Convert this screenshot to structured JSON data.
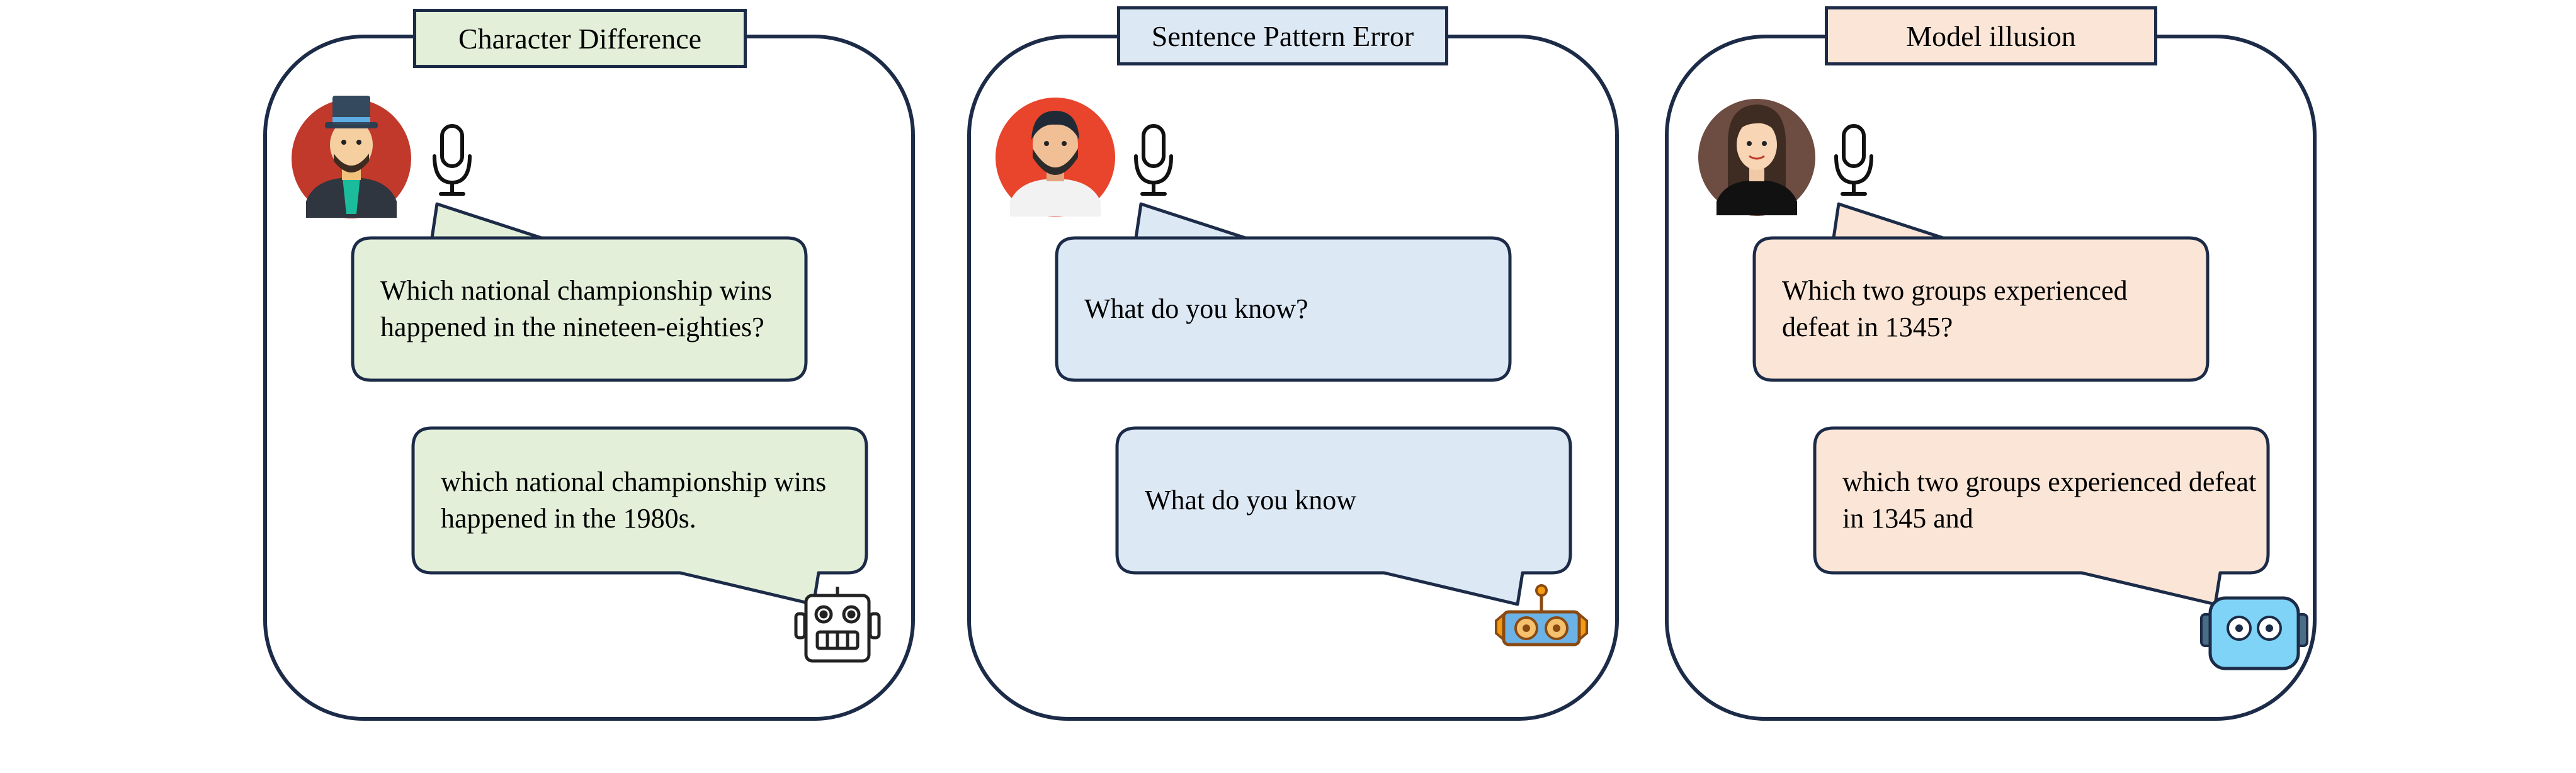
{
  "colors": {
    "outline": "#1c2b47",
    "green_fill": "#e3efd9",
    "blue_fill": "#dde8f5",
    "peach_fill": "#fae5d6"
  },
  "panels": [
    {
      "title": "Character Difference",
      "user_avatar": "man-with-top-hat-avatar",
      "mic_icon": "microphone-icon",
      "user_message": "Which national championship wins happened in the nineteen-eighties?",
      "bot_message": "which national championship wins happened in the 1980s.",
      "bot_icon": "robot-line-icon"
    },
    {
      "title": "Sentence Pattern Error",
      "user_avatar": "bearded-man-avatar",
      "mic_icon": "microphone-icon",
      "user_message": "What do you know?",
      "bot_message": "What do you know",
      "bot_icon": "robot-orange-icon"
    },
    {
      "title": "Model illusion",
      "user_avatar": "woman-avatar",
      "mic_icon": "microphone-icon",
      "user_message": "Which two groups experienced defeat in 1345?",
      "bot_message": "which two groups experienced defeat in 1345 and",
      "bot_icon": "robot-blue-icon"
    }
  ]
}
